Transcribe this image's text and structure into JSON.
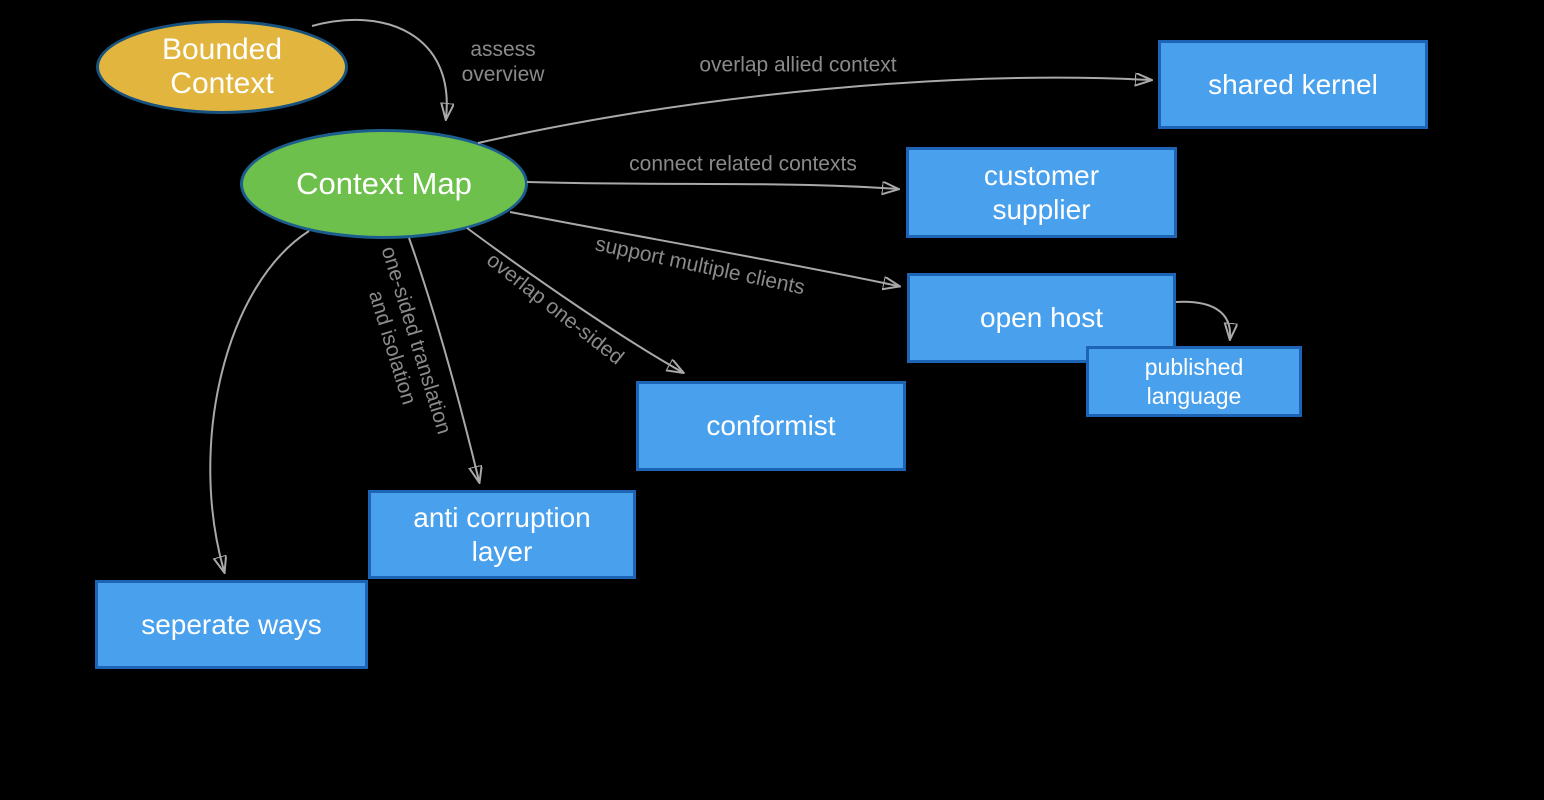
{
  "diagram": {
    "title": "Context Map relationships diagram",
    "background_color": "#000000",
    "colors": {
      "box_fill": "#49a0ed",
      "box_border": "#1d64b4",
      "bounded_context_fill": "#e2b53f",
      "bounded_context_border": "#17517e",
      "context_map_fill": "#6dc04b",
      "context_map_border": "#1b5e8e",
      "arrow": "#a9a9a9",
      "edge_label_text": "#8a8a8a",
      "node_text": "#ffffff"
    },
    "nodes": {
      "bounded_context": {
        "label": "Bounded\nContext",
        "shape": "ellipse"
      },
      "context_map": {
        "label": "Context Map",
        "shape": "ellipse"
      },
      "shared_kernel": {
        "label": "shared kernel",
        "shape": "rect"
      },
      "customer_supplier": {
        "label": "customer\nsupplier",
        "shape": "rect"
      },
      "open_host": {
        "label": "open host",
        "shape": "rect"
      },
      "published_language": {
        "label": "published\nlanguage",
        "shape": "rect"
      },
      "conformist": {
        "label": "conformist",
        "shape": "rect"
      },
      "anti_corruption_layer": {
        "label": "anti corruption\nlayer",
        "shape": "rect"
      },
      "separate_ways": {
        "label": "seperate ways",
        "shape": "rect"
      }
    },
    "edges": {
      "assess_overview": {
        "label": "assess\noverview",
        "from": "bounded_context",
        "to": "context_map"
      },
      "overlap_allied_context": {
        "label": "overlap allied context",
        "from": "context_map",
        "to": "shared_kernel"
      },
      "connect_related_contexts": {
        "label": "connect related contexts",
        "from": "context_map",
        "to": "customer_supplier"
      },
      "support_multiple_clients": {
        "label": "support multiple clients",
        "from": "context_map",
        "to": "open_host"
      },
      "overlap_one_sided": {
        "label": "overlap one-sided",
        "from": "context_map",
        "to": "conformist"
      },
      "one_sided_translation": {
        "label": "one-sided translation\nand isolation",
        "from": "context_map",
        "to": "anti_corruption_layer"
      },
      "to_separate_ways": {
        "label": "",
        "from": "context_map",
        "to": "separate_ways"
      },
      "to_published_language": {
        "label": "",
        "from": "open_host",
        "to": "published_language"
      }
    }
  }
}
